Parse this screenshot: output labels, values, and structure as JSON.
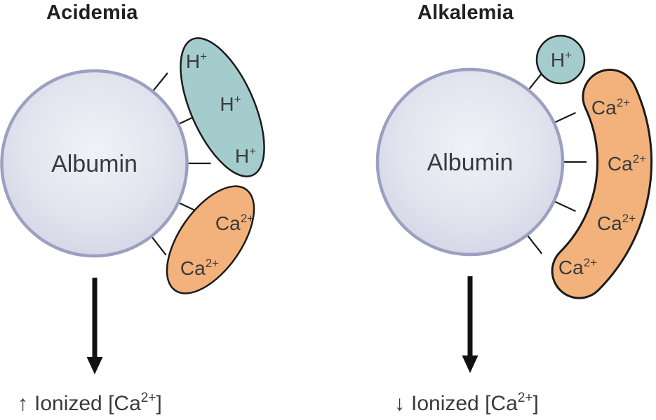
{
  "figure": {
    "panels": [
      {
        "id": "acidemia",
        "title": "Acidemia",
        "protein_label": "Albumin",
        "hydrogen_ion_count": 3,
        "calcium_ion_count": 2,
        "binding_site_tick_count": 5,
        "result": {
          "direction": "increase",
          "arrow": "↑",
          "text": "Ionized [Ca",
          "sup": "2+",
          "close": "]"
        }
      },
      {
        "id": "alkalemia",
        "title": "Alkalemia",
        "protein_label": "Albumin",
        "hydrogen_ion_count": 1,
        "calcium_ion_count": 4,
        "binding_site_tick_count": 5,
        "result": {
          "direction": "decrease",
          "arrow": "↓",
          "text": "Ionized [Ca",
          "sup": "2+",
          "close": "]"
        }
      }
    ],
    "ions": {
      "hydrogen": {
        "base": "H",
        "sup": "+"
      },
      "calcium": {
        "base": "Ca",
        "sup": "2+"
      }
    },
    "colors": {
      "hydrogen_fill": "#a4cccd",
      "calcium_fill": "#f3b27b",
      "outline": "#1b1b1b",
      "albumin_stroke": "#9ca0c0",
      "albumin_fill_center": "#f1f2f7",
      "albumin_fill_mid": "#e2e4ef",
      "albumin_fill_edge": "#d2d4e5",
      "title_text": "#231f20",
      "body_text": "#3a3a3c",
      "arrow_color": "#111111",
      "background": "#ffffff"
    }
  }
}
